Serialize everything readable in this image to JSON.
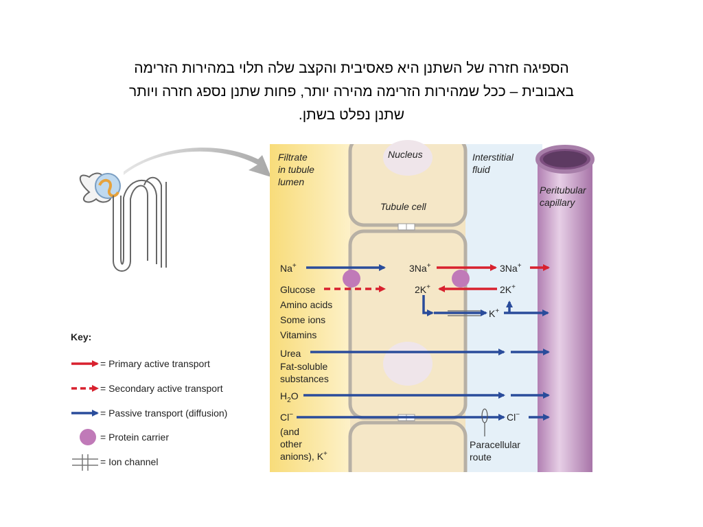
{
  "slide": {
    "title_lines": [
      "הספיגה חזרה של השתנן היא פאסיבית והקצב שלה תלוי במהירות הזרימה",
      "באבובית – ככל שמהירות הזרימה מהירה יותר, פחות שתנן נספג חזרה ויותר",
      "שתנן נפלט בשתן."
    ]
  },
  "diagram": {
    "regions": {
      "lumen": [
        "Filtrate",
        "in tubule",
        "lumen"
      ],
      "nucleus": "Nucleus",
      "tubule_cell": "Tubule cell",
      "interstitial": [
        "Interstitial",
        "fluid"
      ],
      "capillary": [
        "Peritubular",
        "capillary"
      ]
    },
    "solutes": {
      "na": "Na",
      "na_sup": "+",
      "glucose": "Glucose",
      "amino": "Amino acids",
      "ions": "Some ions",
      "vitamins": "Vitamins",
      "urea": "Urea",
      "fat1": "Fat-soluble",
      "fat2": "substances",
      "h2o_h": "H",
      "h2o_sub": "2",
      "h2o_o": "O",
      "cl": "Cl",
      "cl_sup": "−",
      "and": "(and",
      "other": "other",
      "anions": "anions), K",
      "anions_sup": "+"
    },
    "pump": {
      "na3_left": "3Na",
      "na3_right": "3Na",
      "plus": "+",
      "k2_left": "2K",
      "k2_right": "2K",
      "k": "K",
      "cl_right": "Cl",
      "minus": "−"
    },
    "paracellular": [
      "Paracellular",
      "route"
    ]
  },
  "key": {
    "title": "Key:",
    "items": [
      "= Primary active transport",
      "= Secondary active transport",
      "= Passive transport (diffusion)",
      "= Protein carrier",
      "= Ion channel"
    ]
  },
  "colors": {
    "primary_active": "#d8212e",
    "passive": "#2a4c9b",
    "carrier": "#c07ab8",
    "lumen_start": "#fbe7a0",
    "interstitial": "#e5f0f8",
    "cell_fill": "#f5e7c7",
    "capillary": "#c59ac6"
  }
}
